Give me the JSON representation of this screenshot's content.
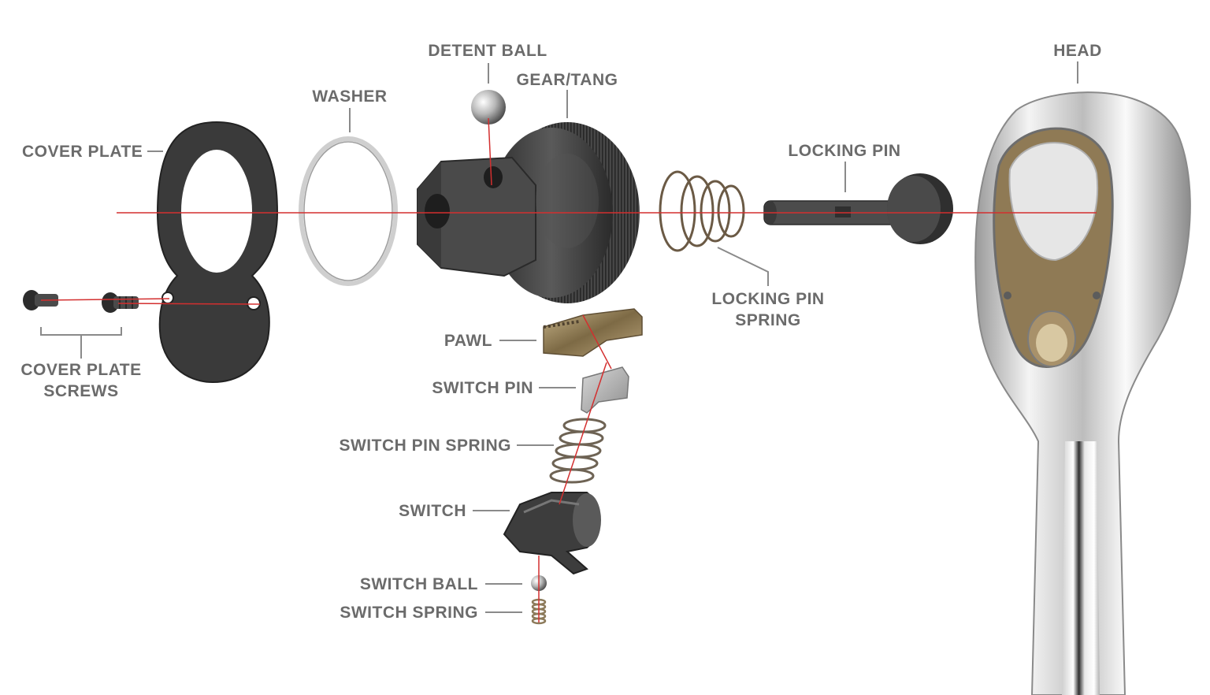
{
  "labels": {
    "cover_plate": "COVER PLATE",
    "washer": "WASHER",
    "detent_ball": "DETENT BALL",
    "gear_tang": "GEAR/TANG",
    "locking_pin": "LOCKING PIN",
    "head": "HEAD",
    "locking_pin_spring_1": "LOCKING PIN",
    "locking_pin_spring_2": "SPRING",
    "cover_plate_screws_1": "COVER PLATE",
    "cover_plate_screws_2": "SCREWS",
    "pawl": "PAWL",
    "switch_pin": "SWITCH PIN",
    "switch_pin_spring": "SWITCH PIN SPRING",
    "switch": "SWITCH",
    "switch_ball": "SWITCH BALL",
    "switch_spring": "SWITCH SPRING"
  },
  "colors": {
    "label_text": "#6b6b6b",
    "leader_line": "#8a8a8a",
    "axis_line": "#d32f2f",
    "dark_metal": "#3d3d3d",
    "chrome": "#d9d9d9",
    "brass": "#9c8a5e"
  }
}
